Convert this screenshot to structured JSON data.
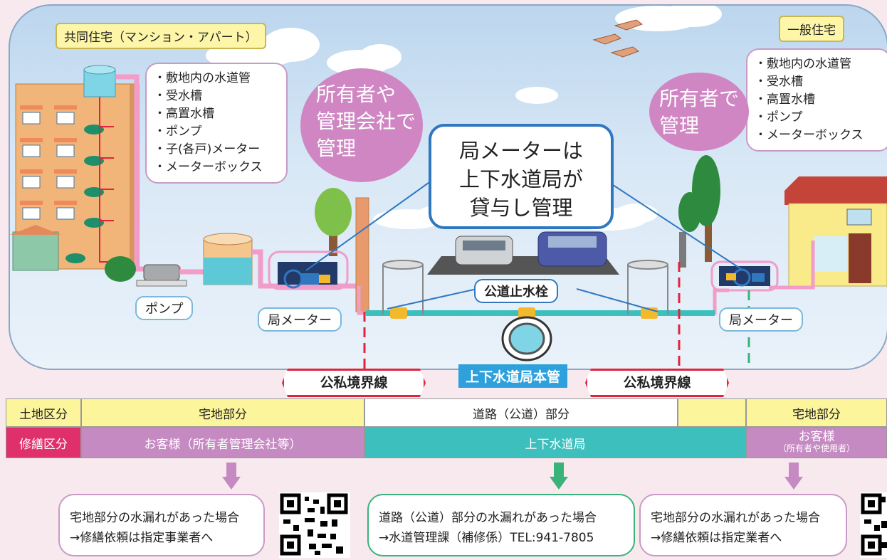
{
  "scene": {
    "left_label": "共同住宅（マンション・アパート）",
    "right_label": "一般住宅",
    "left_list": [
      "・敷地内の水道管",
      "・受水槽",
      "・高置水槽",
      "・ポンプ",
      "・子(各戸)メーター",
      "・メーターボックス"
    ],
    "right_list": [
      "・敷地内の水道管",
      "・受水槽",
      "・高置水槽",
      "・ポンプ",
      "・メーターボックス"
    ],
    "left_bubble": [
      "所有者や",
      "管理会社で",
      "管理"
    ],
    "right_bubble": [
      "所有者で",
      "管理"
    ],
    "center_box": [
      "局メーターは",
      "上下水道局が",
      "貸与し管理"
    ],
    "pump_label": "ポンプ",
    "meter_label_left": "局メーター",
    "meter_label_right": "局メーター",
    "stop_valve_label": "公道止水栓",
    "main_pipe_label": "上下水道局本管",
    "boundary_left": "公私境界線",
    "boundary_right": "公私境界線"
  },
  "table": {
    "row1": {
      "header": "土地区分",
      "cells": [
        "宅地部分",
        "道路（公道）部分",
        "宅地部分"
      ]
    },
    "row2": {
      "header": "修繕区分",
      "cells": [
        "お客様（所有者管理会社等）",
        "上下水道局",
        "お客様",
        "（所有者や使用者）"
      ]
    }
  },
  "boxes": [
    {
      "lines": [
        "宅地部分の水漏れがあった場合",
        "→修繕依頼は指定事業者へ"
      ]
    },
    {
      "lines": [
        "道路（公道）部分の水漏れがあった場合",
        "→水道管理課（補修係）TEL:941-7805"
      ]
    },
    {
      "lines": [
        "宅地部分の水漏れがあった場合",
        "→修繕依頼は指定業者へ"
      ]
    }
  ],
  "colors": {
    "customer": "#c58ac2",
    "bureau": "#3dbfbe",
    "repair_header": "#e0306b",
    "land": "#fdf59c",
    "boundary": "#e2233b",
    "green_arrow": "#3ab37a"
  }
}
